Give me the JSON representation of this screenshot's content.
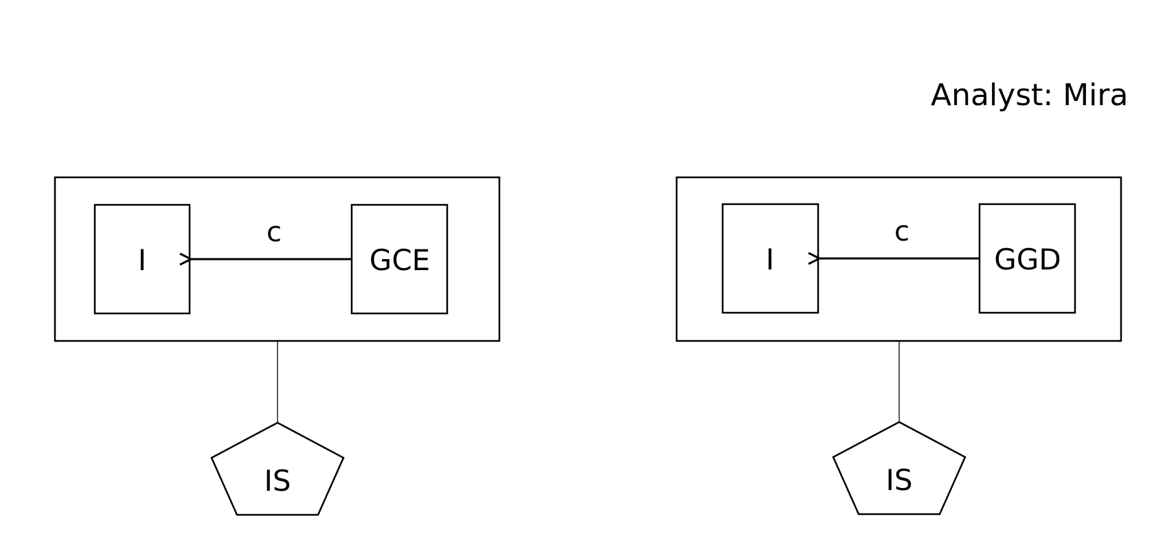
{
  "header": {
    "analyst_text": "Analyst: Mira"
  },
  "diagrams": [
    {
      "left_box_label": "I",
      "right_box_label": "GCE",
      "edge_label": "c",
      "pentagon_label": "IS"
    },
    {
      "left_box_label": "I",
      "right_box_label": "GGD",
      "edge_label": "c",
      "pentagon_label": "IS"
    }
  ],
  "colors": {
    "stroke": "#000000",
    "background": "#ffffff"
  }
}
